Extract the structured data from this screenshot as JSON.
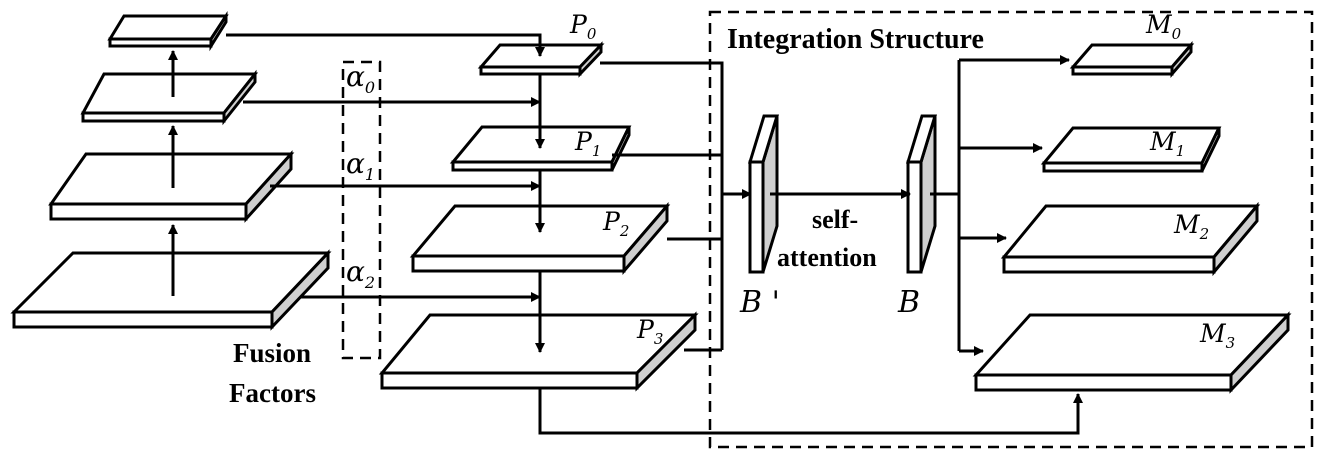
{
  "labels": {
    "p0": "P",
    "p0_sub": "0",
    "p1": "P",
    "p1_sub": "1",
    "p2": "P",
    "p2_sub": "2",
    "p3": "P",
    "p3_sub": "3",
    "m0": "M",
    "m0_sub": "0",
    "m1": "M",
    "m1_sub": "1",
    "m2": "M",
    "m2_sub": "2",
    "m3": "M",
    "m3_sub": "3",
    "alpha0": "α",
    "alpha0_sub": "0",
    "alpha1": "α",
    "alpha1_sub": "1",
    "alpha2": "α",
    "alpha2_sub": "2",
    "b_prime": "B '",
    "b": "B",
    "self_attention_line1": "self-",
    "self_attention_line2": "attention",
    "integration_title": "Integration Structure",
    "fusion_line1": "Fusion",
    "fusion_line2": "Factors"
  }
}
